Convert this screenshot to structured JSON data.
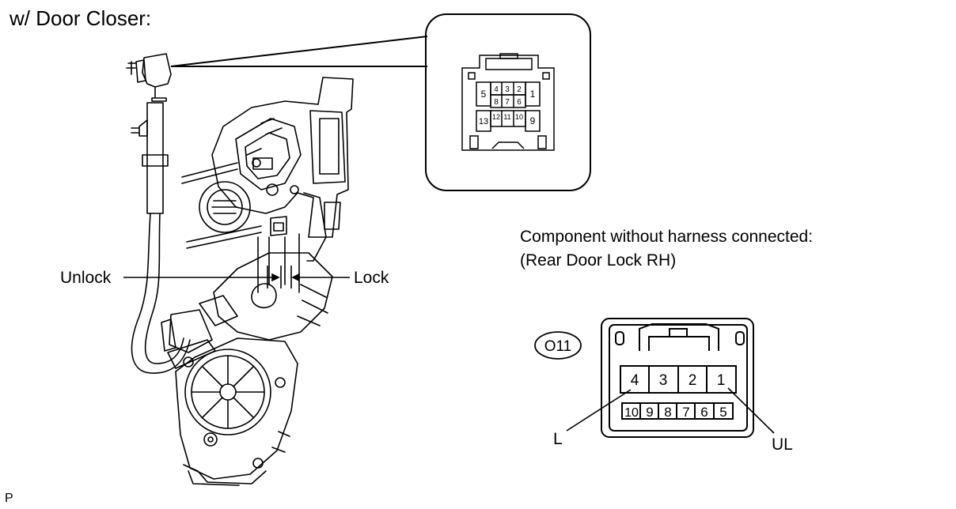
{
  "title": "w/ Door Closer:",
  "component_label_line1": "Component without harness connected:",
  "component_label_line2": "(Rear Door Lock RH)",
  "connector_id": "O11",
  "callouts": {
    "unlock": "Unlock",
    "lock": "Lock",
    "pin_l": "L",
    "pin_ul": "UL"
  },
  "inset_connector_pins": [
    "5",
    "4",
    "3",
    "2",
    "1",
    "8",
    "7",
    "6",
    "13",
    "12",
    "11",
    "10",
    "9"
  ],
  "main_connector_pins": {
    "top_row": [
      "4",
      "3",
      "2",
      "1"
    ],
    "bottom_row": [
      "10",
      "9",
      "8",
      "7",
      "6",
      "5"
    ]
  },
  "figure_code": "P"
}
